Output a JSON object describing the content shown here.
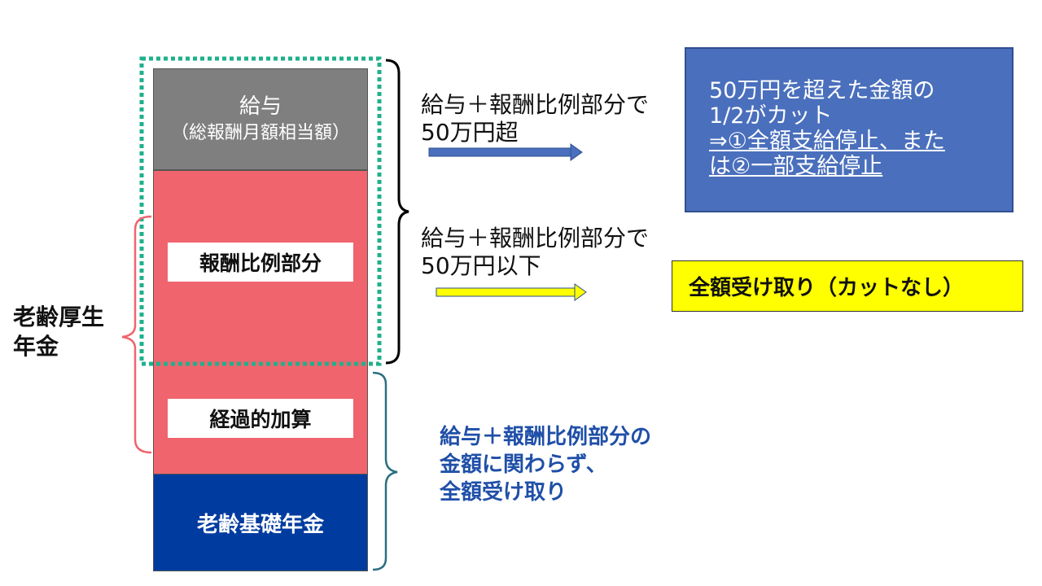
{
  "stack": {
    "salary_line1": "給与",
    "salary_line2": "（総報酬月額相当額）",
    "hourei_label": "報酬比例部分",
    "keika_label": "経過的加算",
    "kiso_label": "老齢基礎年金"
  },
  "left_label": {
    "line1": "老齢厚生",
    "line2": "年金"
  },
  "over": {
    "line1": "給与＋報酬比例部分で",
    "line2": "50万円超"
  },
  "under": {
    "line1": "給与＋報酬比例部分で",
    "line2": "50万円以下"
  },
  "info_box": {
    "line1": "50万円を超えた金額の",
    "line2": "1/2がカット",
    "line3": "⇒①全額支給停止、また",
    "line4": "は②一部支給停止"
  },
  "yellow_box": {
    "text": "全額受け取り（カットなし）"
  },
  "blue_note": {
    "line1": "給与＋報酬比例部分の",
    "line2": "金額に関わらず、",
    "line3": "全額受け取り"
  },
  "colors": {
    "salary": "#7f7f7f",
    "pink": "#f0646e",
    "kiso": "#003c9f",
    "info": "#4a6fbc",
    "yellow": "#ffff00",
    "dotted": "#1fb08c",
    "blue_text": "#1f4fa8"
  }
}
